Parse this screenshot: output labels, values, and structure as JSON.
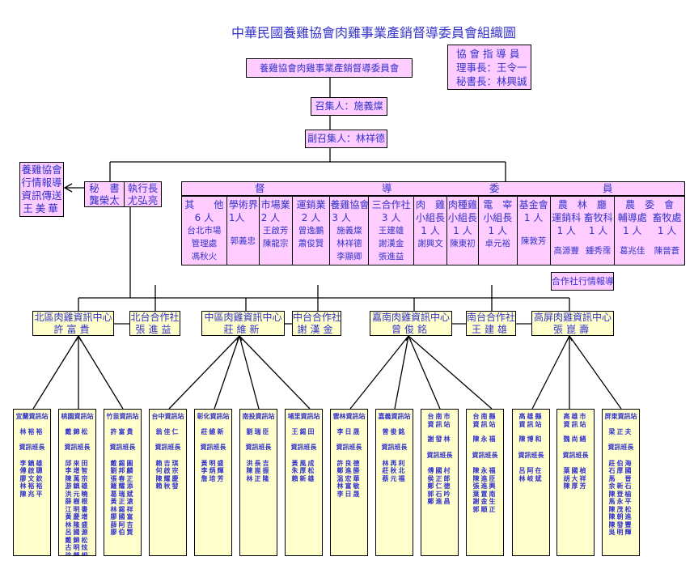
{
  "title": "中華民國養雞協會肉雞事業產銷督導委員會組織圖",
  "committee": "養雞協會肉雞事業產銷督導委員會",
  "advisor": {
    "heading": "協 會 指 導 員",
    "chairman": "理事長：王令一",
    "secretary_general": "秘書長：林興誠"
  },
  "convener": "召集人：施義燦",
  "deputy_convener": "副召集人：林祥德",
  "info_relay": {
    "line1": "養雞協會",
    "line2": "行情報導",
    "line3": "資訊傳送",
    "name": "王美華"
  },
  "secretary": {
    "title": "秘　書",
    "name": "龔榮太"
  },
  "executive": {
    "title": "執行長",
    "name": "尤弘亮"
  },
  "supervisors": {
    "header": [
      "督",
      "導",
      "委",
      "員"
    ],
    "columns": [
      {
        "heading": [
          "其　　他"
        ],
        "count": "6 人",
        "names": [
          "台北市場",
          "管理處",
          "馮秋火"
        ]
      },
      {
        "heading": [
          "學術界"
        ],
        "count": "1人",
        "names": [
          "郭義忠"
        ]
      },
      {
        "heading": [
          "市場業"
        ],
        "count": "2 人",
        "names": [
          "王啟芳",
          "陳龍宗"
        ]
      },
      {
        "heading": [
          "運銷業"
        ],
        "count": "2 人",
        "names": [
          "曾逸鵬",
          "蕭俊賢"
        ]
      },
      {
        "heading": [
          "養雞協會"
        ],
        "count": "3 人",
        "names": [
          "施義燦",
          "林祥德",
          "李顯卿"
        ]
      },
      {
        "heading": [
          "三合作社"
        ],
        "count": "3 人",
        "names": [
          "王建雄",
          "謝漢金",
          "張進益"
        ]
      },
      {
        "heading": [
          "肉　雞",
          "小組長"
        ],
        "count": "1 人",
        "names": [
          "謝興文"
        ]
      },
      {
        "heading": [
          "肉種雞",
          "小組長"
        ],
        "count": "1 人",
        "names": [
          "陳東初"
        ]
      },
      {
        "heading": [
          "電　宰",
          "小組長"
        ],
        "count": "1 人",
        "names": [
          "卓元裕"
        ]
      },
      {
        "heading": [
          "基金會"
        ],
        "count": "1 人",
        "names": [
          "陳敦芳"
        ]
      },
      {
        "heading": [
          "農　林　廳"
        ],
        "subs": [
          {
            "dept": "運銷科",
            "count": "1 人",
            "name": "高源豐"
          },
          {
            "dept": "畜牧科",
            "count": "1 人",
            "name": "鍾秀霈"
          }
        ]
      },
      {
        "heading": [
          "農　委　會"
        ],
        "subs": [
          {
            "dept": "輔導處",
            "count": "1 人",
            "name": "葛兆佳"
          },
          {
            "dept": "畜牧處",
            "count": "1 人",
            "name": "陳晉蒼"
          }
        ]
      }
    ]
  },
  "coop_report": "合作社行情報導",
  "regions": [
    {
      "title": "北區肉雞資訊中心",
      "name": "許富貴"
    },
    {
      "title": "北台合作社",
      "name": "張進益"
    },
    {
      "title": "中區肉雞資訊中心",
      "name": "莊維新"
    },
    {
      "title": "中台合作社",
      "name": "謝漢金"
    },
    {
      "title": "嘉南肉雞資訊中心",
      "name": "曾俊銘"
    },
    {
      "title": "南台合作社",
      "name": "王建雄"
    },
    {
      "title": "高屏肉雞資訊中心",
      "name": "張崑壽"
    }
  ],
  "stations": [
    {
      "title": [
        "宜蘭資訊站"
      ],
      "leader": "林裕裕",
      "role": "資訊班長",
      "members": [
        "李鎮雄",
        "傅啟聰",
        "廖文欽",
        "林裕裕",
        "陳兆平"
      ]
    },
    {
      "title": [
        "桃園資訊站"
      ],
      "leader": "戴錦松",
      "role": "資訊班長",
      "members": [
        "邱來田",
        "李增智",
        "陳萬宗",
        "游鎮雄",
        "洪元曉",
        "薛樹根",
        "江明書",
        "黃慶增",
        "林隆盛",
        "呂國源",
        "戴錦松",
        "古明炫",
        "涂榮相"
      ]
    },
    {
      "title": [
        "竹苗資訊站"
      ],
      "leader": "許富貴",
      "role": "資訊班長",
      "members": [
        "戴錫圖",
        "劉邦麟",
        "張春正",
        "羅耀添",
        "葛瑞斌",
        "黃正滄",
        "林錫祥",
        "廖國富",
        "薛阿吉",
        "廖伯賢"
      ]
    },
    {
      "title": [
        "台中資訊站"
      ],
      "leader": "翁佳仁",
      "role": "資訊班長",
      "members": [
        "賴吉琪",
        "何啟宗",
        "陳耀慶",
        "賴秋發"
      ]
    },
    {
      "title": [
        "彰化資訊站"
      ],
      "leader": "莊維新",
      "role": "資訊班長",
      "members": [
        "黃明盛",
        "李炳輝",
        "詹培芳"
      ]
    },
    {
      "title": [
        "南投資訊站"
      ],
      "leader": "劉瑞臣",
      "role": "資訊班長",
      "members": [
        "洪長吉",
        "陳崑振",
        "林正隆"
      ]
    },
    {
      "title": [
        "埔里資訊站"
      ],
      "leader": "王錫田",
      "role": "資訊班長",
      "members": [
        "黃風成",
        "朱厚松",
        "賴新雄"
      ]
    },
    {
      "title": [
        "雲林資訊站"
      ],
      "leader": "李日晟",
      "role": "資訊班長",
      "members": [
        "許良德",
        "鄭進勝",
        "温宏華",
        "林富敏",
        "李日晟"
      ]
    },
    {
      "title": [
        "嘉義資訊站"
      ],
      "leader": "曾俊銘",
      "role": "資訊班長",
      "members": [
        "林再利",
        "莊秋北",
        "蔡元福"
      ]
    },
    {
      "title": [
        "台南市",
        "資訊站"
      ],
      "leader": "謝發林",
      "role": "資訊班長",
      "members": [
        "傅國村",
        "侯正郎",
        "鄭仁德",
        "郭石吟",
        "鄭進昌"
      ]
    },
    {
      "title": [
        "台南縣",
        "資訊站"
      ],
      "leader": "陳永福",
      "role": "資訊班長",
      "members": [
        "陳永福",
        "陳進臣",
        "張進興",
        "葉置南",
        "謝金生",
        "郭順正"
      ]
    },
    {
      "title": [
        "高雄縣",
        "資訊站"
      ],
      "leader": "陳博和",
      "role": "資訊班長",
      "members": [
        "呂阿在",
        "林岐斌"
      ]
    },
    {
      "title": [
        "高雄市",
        "資訊站"
      ],
      "leader": "魏尚緒",
      "role": "資訊班長",
      "members": [
        "葉國楨",
        "胡大祥",
        "陳厚芳"
      ]
    },
    {
      "title": [
        "屏東資訊站"
      ],
      "leader": "梁正夫",
      "role": "資訊班長",
      "members": [
        "莊伯海",
        "石厚國",
        "馬　晉",
        "余新石",
        "陳登榆",
        "馬永平",
        "陳茂松",
        "陳朝進",
        "陳發豐",
        "吳明輝"
      ]
    }
  ],
  "colors": {
    "committee_fill": "#ffccff",
    "regional_fill": "#ffffcc",
    "text": "#3333cc",
    "line": "#000000"
  }
}
